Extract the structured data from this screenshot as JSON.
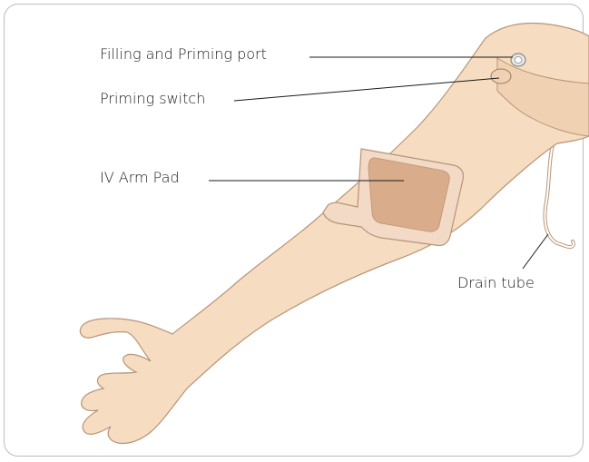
{
  "labels": {
    "filling_priming_port": "Filling and Priming port",
    "priming_switch": "Priming switch",
    "iv_arm_pad": "IV Arm Pad",
    "drain_tube": "Drain tube"
  },
  "colors": {
    "skin": "#f6dcc0",
    "skin_shadow": "#ecc9a6",
    "outline": "#b89478",
    "pad_frame": "#f2dac6",
    "pad_inner": "#d9ad8c",
    "leader_line": "#1a1a1a",
    "border": "#bcbcbc"
  }
}
